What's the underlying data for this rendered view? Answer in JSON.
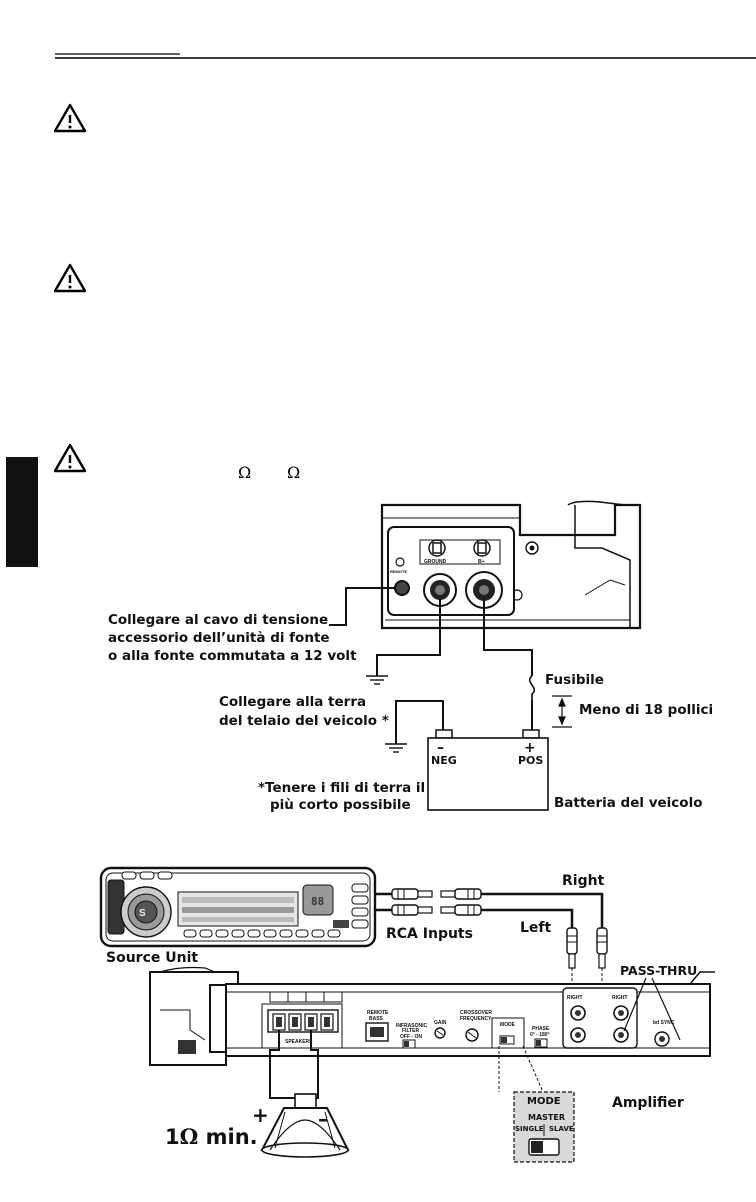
{
  "ohm_symbol": "Ω",
  "battery_wiring": {
    "remote_label": "Collegare al cavo di tensione accessorio dell'unità di fonte o alla fonte commutata a 12 volt",
    "remote_lines": [
      "Collegare al cavo di tensione",
      "accessorio dell’unità di fonte",
      "o alla fonte commutata a 12 volt"
    ],
    "ground_lines": [
      "Collegare alla terra",
      "del telaio del veicolo *"
    ],
    "note_lines": [
      "*Tenere i fili di terra il",
      "più corto possibile"
    ],
    "fuse_label": "Fusibile",
    "distance_label": "Meno di 18 pollici",
    "neg_sign": "–",
    "neg_label": "NEG",
    "pos_sign": "+",
    "pos_label": "POS",
    "battery_label": "Batteria del veicolo",
    "terminal_labels": [
      "GROUND",
      "B+",
      "REMOTE"
    ]
  },
  "rca_wiring": {
    "right_label": "Right",
    "left_label": "Left",
    "rca_inputs_label": "RCA Inputs",
    "source_unit_label": "Source Unit",
    "pass_thru_label": "PASS-THRU",
    "amplifier_label": "Amplifier",
    "min_load_value": "1",
    "min_load_suffix": " min.",
    "plus_sign": "+",
    "minus_sign": "–",
    "panel_labels": {
      "speakers": "SPEAKERS",
      "remote_bass": [
        "REMOTE",
        "BASS"
      ],
      "infrasonic": [
        "INFRASONIC",
        "FILTER",
        "OFF - ON"
      ],
      "gain": "GAIN",
      "crossover": [
        "CROSSOVER",
        "FREQUENCY"
      ],
      "mode": "MODE",
      "phase": [
        "PHASE",
        "0° - 180°"
      ],
      "rca_right": "RIGHT",
      "bd_sync": "bd SYNC"
    },
    "mode_detail": {
      "title": "MODE",
      "master": "MASTER",
      "single": "SINGLE",
      "slave": "SLAVE"
    }
  }
}
